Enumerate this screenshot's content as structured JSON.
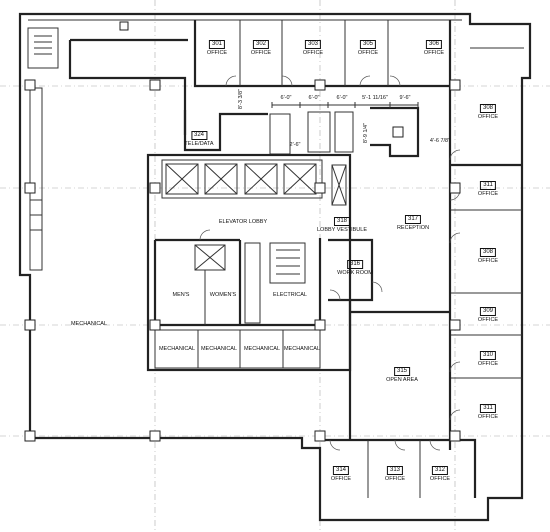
{
  "rooms": {
    "r301": {
      "number": "301",
      "name": "OFFICE"
    },
    "r302": {
      "number": "302",
      "name": "OFFICE"
    },
    "r303": {
      "number": "303",
      "name": "OFFICE"
    },
    "r305": {
      "number": "305",
      "name": "OFFICE"
    },
    "r306": {
      "number": "306",
      "name": "OFFICE"
    },
    "r308a": {
      "number": "308",
      "name": "OFFICE"
    },
    "r311a": {
      "number": "311",
      "name": "OFFICE"
    },
    "r308b": {
      "number": "308",
      "name": "OFFICE"
    },
    "r309": {
      "number": "309",
      "name": "OFFICE"
    },
    "r310": {
      "number": "310",
      "name": "OFFICE"
    },
    "r311b": {
      "number": "311",
      "name": "OFFICE"
    },
    "r312": {
      "number": "312",
      "name": "OFFICE"
    },
    "r313": {
      "number": "313",
      "name": "OFFICE"
    },
    "r314": {
      "number": "314",
      "name": "OFFICE"
    },
    "r315": {
      "number": "315",
      "name": "OPEN AREA"
    },
    "r316": {
      "number": "316",
      "name": "WORK ROOM"
    },
    "r317": {
      "number": "317",
      "name": "RECEPTION"
    },
    "r318": {
      "number": "318",
      "name": "LOBBY VESTIBULE"
    },
    "r324": {
      "number": "324",
      "name": "TELE/DATA"
    }
  },
  "labels": {
    "elevator_lobby": "ELEVATOR LOBBY",
    "mechanical_main": "MECHANICAL",
    "mens": "MEN'S",
    "womens": "WOMEN'S",
    "electrical": "ELECTRICAL",
    "mech1": "MECHANICAL",
    "mech2": "MECHANICAL",
    "mech3": "MECHANICAL",
    "mech4": "MECHANICAL"
  },
  "dimensions": {
    "d1": "6'-0\"",
    "d2": "6'-0\"",
    "d3": "6'-0\"",
    "d4": "5'-1 11/16\"",
    "d5": "9'-6\"",
    "d6": "2'-6\"",
    "d7": "8'-3 3/8\"",
    "d8": "8'-9 1/4\"",
    "d9": "4'-6 7/8\""
  }
}
